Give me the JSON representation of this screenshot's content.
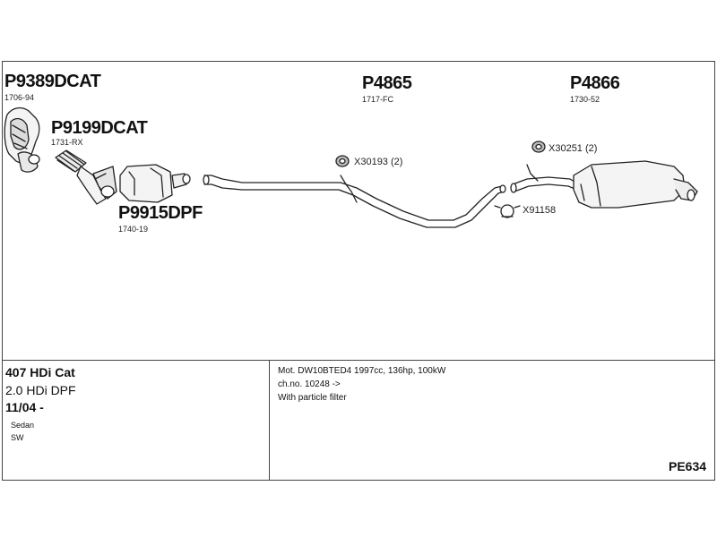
{
  "parts": [
    {
      "code": "P9389DCAT",
      "ref": "1706-94"
    },
    {
      "code": "P9199DCAT",
      "ref": "1731-RX"
    },
    {
      "code": "P9915DPF",
      "ref": "1740-19"
    },
    {
      "code": "P4865",
      "ref": "1717-FC"
    },
    {
      "code": "P4866",
      "ref": "1730-52"
    }
  ],
  "clamps": [
    {
      "label": "X30193 (2)"
    },
    {
      "label": "X30251 (2)"
    },
    {
      "label": "X91158"
    }
  ],
  "info": {
    "model": "407 HDi Cat",
    "engine": "2.0 HDi DPF",
    "date": "11/04 -",
    "body1": "Sedan",
    "body2": "SW",
    "spec1": "Mot. DW10BTED4 1997cc, 136hp, 100kW",
    "spec2": "ch.no. 10248 ->",
    "spec3": "With particle filter",
    "code": "PE634"
  }
}
